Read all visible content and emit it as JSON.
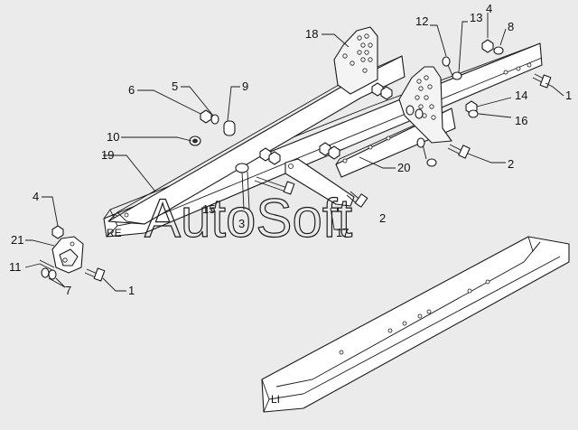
{
  "watermark": "AutoSoft",
  "side_tags": {
    "right": "RE",
    "left": "LI"
  },
  "callouts": [
    {
      "id": "c18",
      "label": "18"
    },
    {
      "id": "c12",
      "label": "12"
    },
    {
      "id": "c13",
      "label": "13"
    },
    {
      "id": "c4a",
      "label": "4"
    },
    {
      "id": "c8",
      "label": "8"
    },
    {
      "id": "c1a",
      "label": "1"
    },
    {
      "id": "c6",
      "label": "6"
    },
    {
      "id": "c5",
      "label": "5"
    },
    {
      "id": "c9",
      "label": "9"
    },
    {
      "id": "c14",
      "label": "14"
    },
    {
      "id": "c16",
      "label": "16"
    },
    {
      "id": "c10",
      "label": "10"
    },
    {
      "id": "c19",
      "label": "19"
    },
    {
      "id": "c2a",
      "label": "2"
    },
    {
      "id": "c20",
      "label": "20"
    },
    {
      "id": "c15",
      "label": "15"
    },
    {
      "id": "c3",
      "label": "3"
    },
    {
      "id": "c2b",
      "label": "2"
    },
    {
      "id": "c17",
      "label": "17"
    },
    {
      "id": "c4b",
      "label": "4"
    },
    {
      "id": "c21",
      "label": "21"
    },
    {
      "id": "c11",
      "label": "11"
    },
    {
      "id": "c7",
      "label": "7"
    },
    {
      "id": "c1b",
      "label": "1"
    }
  ]
}
